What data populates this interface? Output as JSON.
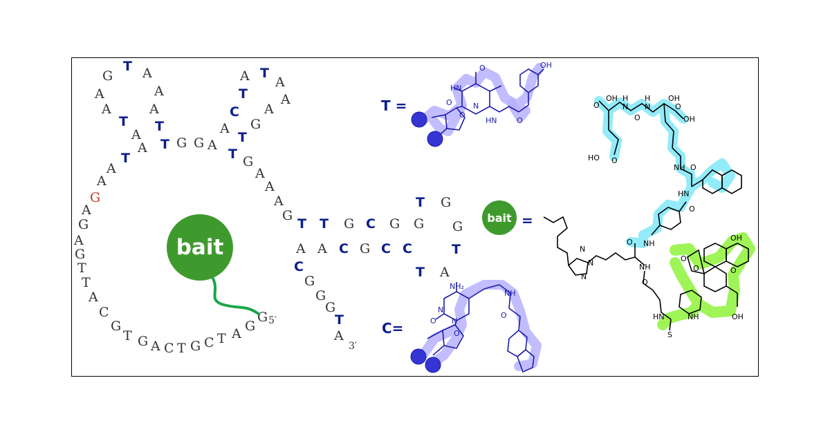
{
  "colors": {
    "modified_base": "#0d1f8c",
    "plain_base": "#333333",
    "highlight_base": "#c0392b",
    "bait_fill": "#3f9a2e",
    "tether": "#1aa64a",
    "purple_glow": "#b7b1ff",
    "cyan_glow": "#7fe7f7",
    "green_glow": "#8ef23a"
  },
  "aptamer": {
    "prime5": "5′",
    "prime3": "3′",
    "bait_label": "bait"
  },
  "legend": {
    "t_eq": "T =",
    "c_eq": "C=",
    "bait_label": "bait",
    "bait_eq": "="
  },
  "atoms": {
    "oh": "OH",
    "hn": "HN",
    "nh": "NH",
    "nh2": "NH₂",
    "o": "O",
    "n": "N",
    "h": "H",
    "s": "S",
    "ho": "HO"
  }
}
